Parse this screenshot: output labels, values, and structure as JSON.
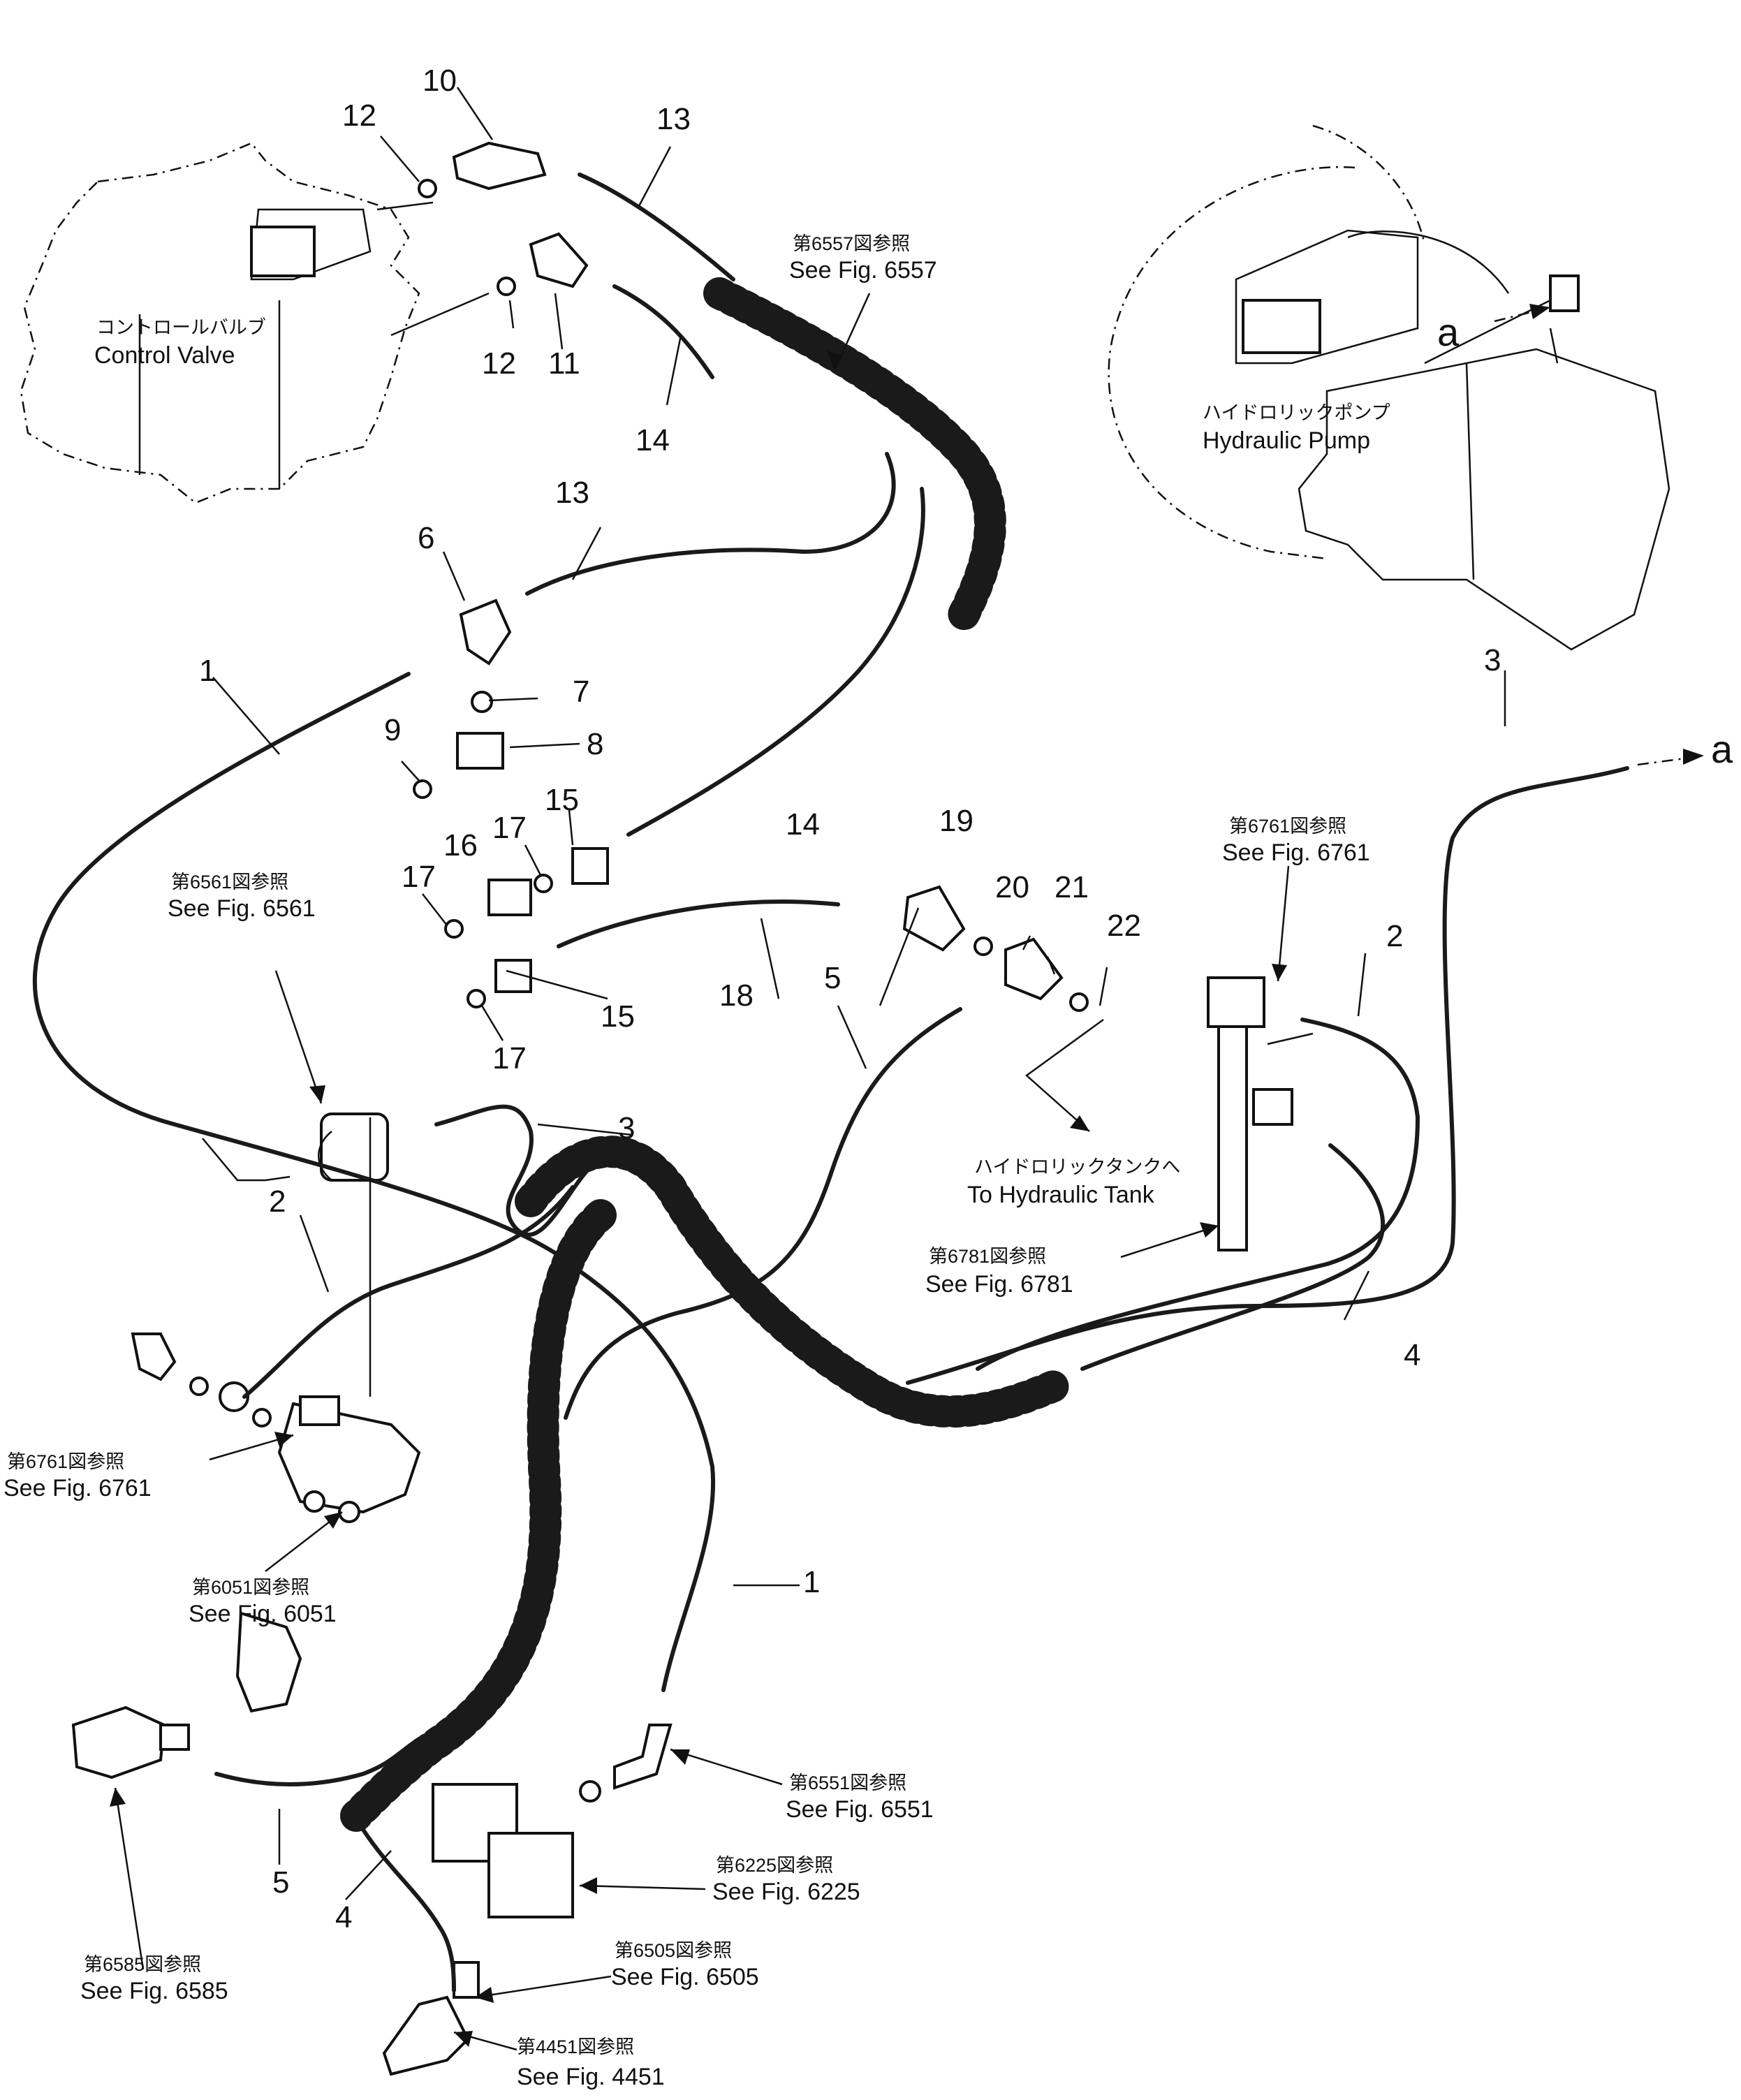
{
  "parts": [
    {
      "no": "1"
    },
    {
      "no": "1"
    },
    {
      "no": "2"
    },
    {
      "no": "2"
    },
    {
      "no": "3"
    },
    {
      "no": "3"
    },
    {
      "no": "4"
    },
    {
      "no": "4"
    },
    {
      "no": "5"
    },
    {
      "no": "5"
    },
    {
      "no": "6"
    },
    {
      "no": "7"
    },
    {
      "no": "8"
    },
    {
      "no": "9"
    },
    {
      "no": "10"
    },
    {
      "no": "11"
    },
    {
      "no": "12"
    },
    {
      "no": "12"
    },
    {
      "no": "13"
    },
    {
      "no": "13"
    },
    {
      "no": "14"
    },
    {
      "no": "14"
    },
    {
      "no": "15"
    },
    {
      "no": "15"
    },
    {
      "no": "16"
    },
    {
      "no": "17"
    },
    {
      "no": "17"
    },
    {
      "no": "17"
    },
    {
      "no": "18"
    },
    {
      "no": "19"
    },
    {
      "no": "20"
    },
    {
      "no": "21"
    },
    {
      "no": "22"
    }
  ],
  "letter_a": "a",
  "components": {
    "control_valve": {
      "jp": "コントロールバルブ",
      "en": "Control Valve"
    },
    "hydraulic_pump": {
      "jp": "ハイドロリックポンプ",
      "en": "Hydraulic Pump"
    },
    "hydraulic_tank": {
      "jp": "ハイドロリックタンクへ",
      "en": "To Hydraulic Tank"
    }
  },
  "references": [
    {
      "jp": "第6557図参照",
      "en": "See Fig. 6557"
    },
    {
      "jp": "第6561図参照",
      "en": "See Fig. 6561"
    },
    {
      "jp": "第6761図参照",
      "en": "See Fig. 6761"
    },
    {
      "jp": "第6781図参照",
      "en": "See Fig. 6781"
    },
    {
      "jp": "第6761図参照",
      "en": "See Fig. 6761"
    },
    {
      "jp": "第6051図参照",
      "en": "See Fig. 6051"
    },
    {
      "jp": "第6551図参照",
      "en": "See Fig. 6551"
    },
    {
      "jp": "第6225図参照",
      "en": "See Fig. 6225"
    },
    {
      "jp": "第6505図参照",
      "en": "See Fig. 6505"
    },
    {
      "jp": "第6585図参照",
      "en": "See Fig. 6585"
    },
    {
      "jp": "第4451図参照",
      "en": "See Fig. 4451"
    }
  ]
}
